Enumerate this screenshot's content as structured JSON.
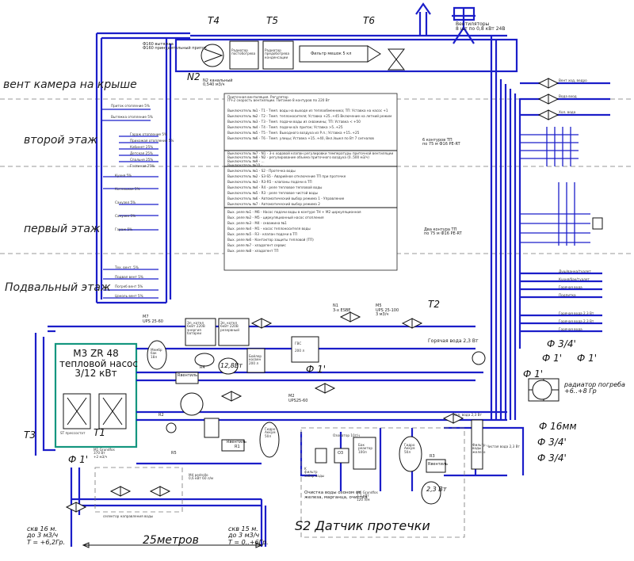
{
  "floors": {
    "roof": "вент камера на крыше",
    "second": "второй этаж",
    "first": "первый этаж",
    "basement": "Подвальный этаж"
  },
  "tags": {
    "t4": "T4",
    "t5": "T5",
    "t6": "T6",
    "t2": "T2",
    "t3": "T3",
    "t1": "T1",
    "n2": "N2",
    "m7": "M7",
    "m2": "M2",
    "m5": "M5",
    "m1": "M1",
    "n1": "N1",
    "r1": "R1",
    "r2": "R2",
    "r3": "R3",
    "r4": "R4",
    "r5": "R5",
    "k": "K"
  },
  "labels": {
    "vent_fans": "Вентиляторы\n8 шт по 0,8 кВт 24В",
    "fan_flow": "N2 канальный\n0,540 м3/ч",
    "intake": "Ф160 вытяжка\nФ160 принудительный приток",
    "radiator_recup": "Радиатор\nпостобогрева",
    "radiator_pre": "Радиатор\nпредобогрева\nконденсации",
    "bag_filter": "Фильтр мешок 5 кл",
    "hp_title": "M3 ZR 48\nтепловой насос\n3/12 кВт",
    "t1_sensor": "ST прессостат",
    "contours_2": "6 контуров ТП\nпо 75 м Ф16 PE-RT",
    "contours_1": "Два контура ТП\nпо 75 м Ф16 PE-RT",
    "hot_water": "Горячая вода 2,3 Вт",
    "radiator_cellar": "радиатор погреба\n+6..+8 Гр",
    "d16": "Ф 16мм",
    "d34a": "Ф 3/4'",
    "d34b": "Ф 3/4'",
    "d1a": "Ф 1'",
    "d1b": "Ф 1'",
    "d1c": "Ф 1'",
    "d1d": "Ф 1'",
    "d1e": "Ф 1'",
    "d34c": "Ф 3/4'",
    "selector": "селектор направления воды",
    "well1": "скв 16 м.\nдо 3 м3/ч\nT = +6,2Гр.",
    "well2": "скв 15 м.\nдо 3 м3/ч\nT = 0..+6Гр.",
    "distance": "25метров",
    "sensor": "S2 Датчик протечки",
    "water_treat": "Очистка воды озоном от\nжелеза, марганца, очистка",
    "m7_spec": "UPS 25-60",
    "m2_spec": "UPS25-60",
    "m5_spec": "UPS 25-100\n3 м3/ч",
    "n1_spec": "3-х ESBE",
    "m1_spec": "М1 Grundfos\n370 Вт\n+2 м3/ч",
    "m6_spec": "М6 Grundfos\n1,1 кВт\n120 л/м",
    "m4_spec": "М4 pedrollo\n0,6 кВт 60 л/м",
    "boiler_e": "Эл. котел\n6кВт 220В\nэнергия\nбатареи",
    "boiler_r": "Эл. котел\n6кВт 220В\nрезервный",
    "tank_mem": "Мембр\nбак\n18л",
    "boiler_tank": "Бойлер\nкосвен\n200 л",
    "tank_200": "ГВС\n\n200 л",
    "ups_12v": "12,8Вт",
    "r_box": "Rвентиль",
    "hydro1": "Гидро\nАккум\n50л",
    "hydro2": "Гидро\nАккум\n50л",
    "reactor": "Бак\nреактор\n100л",
    "ozonator": "Озонатор 10г/ч",
    "o3": "O3",
    "k_label": "K\nфильтр\nзабор воды",
    "tank_23": "2,3 Вт",
    "filter_col": "Фильтр\nводы\nжелезо",
    "clean_water": "Чистая вода 2,3 Вт",
    "coldwater": "Хол. вода 2,3 Вт"
  },
  "notes": {
    "header": "Приточная вентиляция. Регулятор\nПЧ-2 скорость вентиляции. Питание 8 контуров по 220 Вт",
    "s1": [
      "Выключатель №1 - Т1 - Темп. воды на выходе из теплообменника; ТП: Уставка на насос +1",
      "Выключатель №2 - Т2 - Темп. теплоносителя; Уставка +25..+45 Включение на летний режим",
      "Выключатель №3 - Т3 - Темп. подачи воды из скважины; ТП: Уставка < +50",
      "Выключатель №4 - Т4 - Темп. подачи в/х приток; Уставка >5..+25",
      "Выключатель №5 - Т5 - Темп. Выходного воздуха из Р.п.; Уставка +15..+25",
      "Выключатель №6 - Т6 - Темп. улицы; Уставка +15..+40, Вкл./выкл по Вт 7 сигналов"
    ],
    "s2": [
      "Выключатель №7 - N1 - 3-х ходовой клапан регулировки температуры приточной вентиляции",
      "Выключатель №8 - N2 - регулирование объема приточного воздуха (0..500 м3/ч)",
      "Выключатель №9 - ...",
      "Выключатель №10 - ..."
    ],
    "s3": [
      "Выключатель №1 - S2 - Протечка воды",
      "Выключатель №2 - S3-S5 - Аварийное отключение ТП при протечке",
      "Выключатель №3 - R3-R5 - клапаны подачи в ТП",
      "Выключатель №4 - R4 - реле тепловое тепловой воды",
      "Выключатель №5 - R3 - реле тепловое чистой воды",
      "Выключатель №6 - Автоматический выбор режима 1 - Управление",
      "Выключатель №7 - Автоматический выбор режима 2"
    ],
    "s4": [
      "Вых. реле №1 - М6 - Насос подачи воды в контуре ТН + М2 циркуляционная",
      "Вых. реле №2 - М5 - циркуляционный насос отопления",
      "Вых. реле №3 - М4 - скважина №1",
      "Вых. реле №4 - М1 - насос теплоносителя воды",
      "Вых. реле №5 - R3 - клапан подачи в ТП",
      "Вых. реле №6 - Контактор защиты тепловой (ТП)",
      "Вых. реле №7 - хладагент сервис",
      "Вых. реле №8 - хладагент ТП"
    ]
  },
  "branches_2": [
    "Гараж отопление 5%",
    "Прихожая отопление 5%",
    "Кабинет 25%",
    "Детская 25%",
    "Спальня 25%",
    "Гостиная 25%"
  ],
  "branches_1": [
    "Кухня 5%",
    "Котельная 5%",
    "Санузел 5%",
    "Санузел 5%",
    "Гараж 5%"
  ],
  "branches_b": [
    "Тех. вент. 5%",
    "Подвал вент 5%",
    "Погреб вент 5%",
    "Цоколь вент 5%"
  ],
  "roof_left": [
    "Приток отопление 5%",
    "Вытяжка отопление 5%"
  ],
  "right_outlets": [
    "Вент ход, ведро",
    "Вода вход",
    "Хол. вода"
  ],
  "lower_right_outlets": [
    "Душ/ванна/туалет",
    "Кухня/бак/туалет",
    "Горячая вода",
    "Подпитка"
  ],
  "hot_outlets": [
    "Горячая вода 2,3 Вт",
    "Горячая вода 2,3 Вт",
    "Горячая вода"
  ]
}
